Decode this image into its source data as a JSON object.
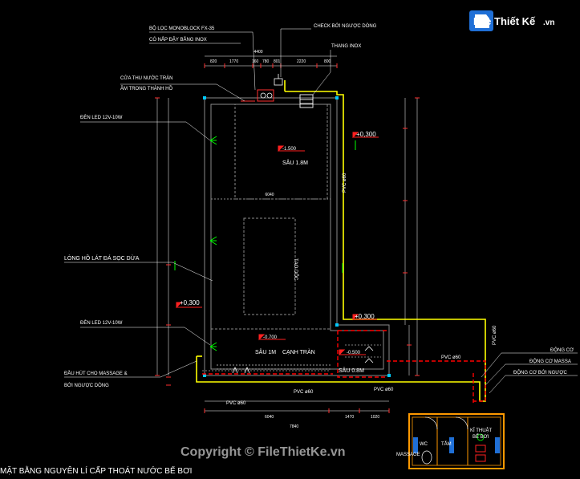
{
  "labels": {
    "monoblock_1": "BỘ LỌC MONOBLOCK FX-35",
    "monoblock_2": "CÓ NẮP ĐẬY BẰNG INOX",
    "check_valve": "CHECK BỚI NGƯỢC DÒNG",
    "ladder": "THANG INOX",
    "overflow_1": "CỬA THU NƯỚC TRÀN",
    "overflow_2": "ÂM TRONG THÀNH HỒ",
    "led_top": "ĐÈN LED 12V-10W",
    "led_bottom": "ĐÈN LED 12V-10W",
    "pool_lining": "LÒNG HỒ LÁT ĐÁ SỌC DỪA",
    "massage_1": "ĐẦU HÚT CHO MASSAGE &",
    "massage_2": "BỚI NGƯỢC DÒNG",
    "slope": "TẠO DỐC",
    "depth_1": "SÂU 1.8M",
    "depth_2": "SÂU 1M",
    "depth_3": "SÂU 0.8M",
    "overflow_edge": "CẠNH TRÀN",
    "pipe_1": "PVC ø60",
    "pipe_2": "PVC ø60",
    "pipe_3": "PVC ø60",
    "pipe_4": "PVC ø60",
    "pipe_5": "PVC ø60",
    "pipe_6": "PVC ø60",
    "pump_1": "ĐỘNG CƠ",
    "pump_2": "ĐỘNG CƠ MASSA",
    "pump_3": "ĐỘNG CƠ BỚI NGƯỢC",
    "room_wc": "WC",
    "room_bath": "TẮM",
    "room_tech_1": "KĨ THUẬT",
    "room_tech_2": "BỂ BƠI",
    "massage_bottom": "MASSAGE",
    "plan_title": "MẶT BẰNG NGUYÊN LÍ CẤP THOÁT NƯỚC BỂ BƠI"
  },
  "levels": {
    "l1": "-1.500",
    "l2": "-0.700",
    "l3": "-0.500",
    "l4": "+0,300",
    "l5": "+0,300",
    "l6": "+0,300"
  },
  "dims_top": [
    "4400",
    "820",
    "1770",
    "160",
    "780",
    "801",
    "2220",
    "800"
  ],
  "dims_bottom": [
    "6040",
    "1470",
    "7840",
    "1020"
  ],
  "dims_inner": "6040",
  "watermark": "Copyright © FileThietKe.vn",
  "logo": {
    "brand": "File Thiết Kế",
    "domain": ".vn"
  },
  "colors": {
    "background": "#000000",
    "pool_wall": "#8a8a8a",
    "supply_pipe": "#ffff00",
    "return_pipe": "#ff0000",
    "level_marker": "#ff0000",
    "led": "#00ff00",
    "pillar": "#00c8ff",
    "logo_blue": "#1f6fd6"
  }
}
